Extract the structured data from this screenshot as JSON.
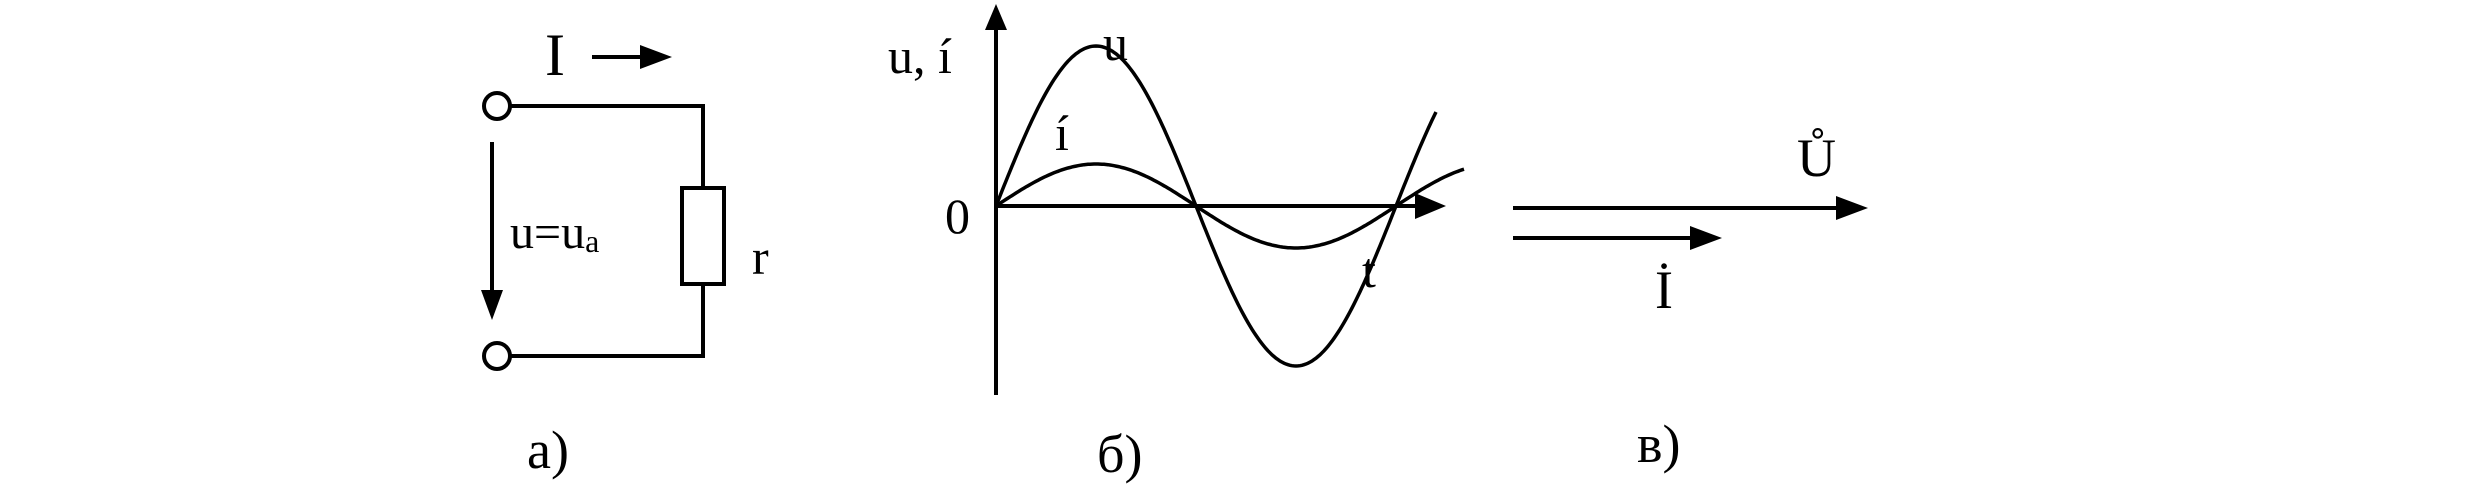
{
  "circuit": {
    "current_label": "I",
    "voltage_label_main": "u=u",
    "voltage_label_sub": "a",
    "resistor_label": "r",
    "caption": "а)"
  },
  "waveforms": {
    "axis_label_y": "u, í",
    "origin_label": "0",
    "axis_label_t": "t",
    "voltage_curve_label": "u",
    "current_curve_label": "í",
    "caption": "б)"
  },
  "phasors": {
    "voltage_label": "Ů",
    "current_label": "İ",
    "caption": "в)"
  },
  "colors": {
    "ink": "#000000",
    "background": "#ffffff"
  }
}
